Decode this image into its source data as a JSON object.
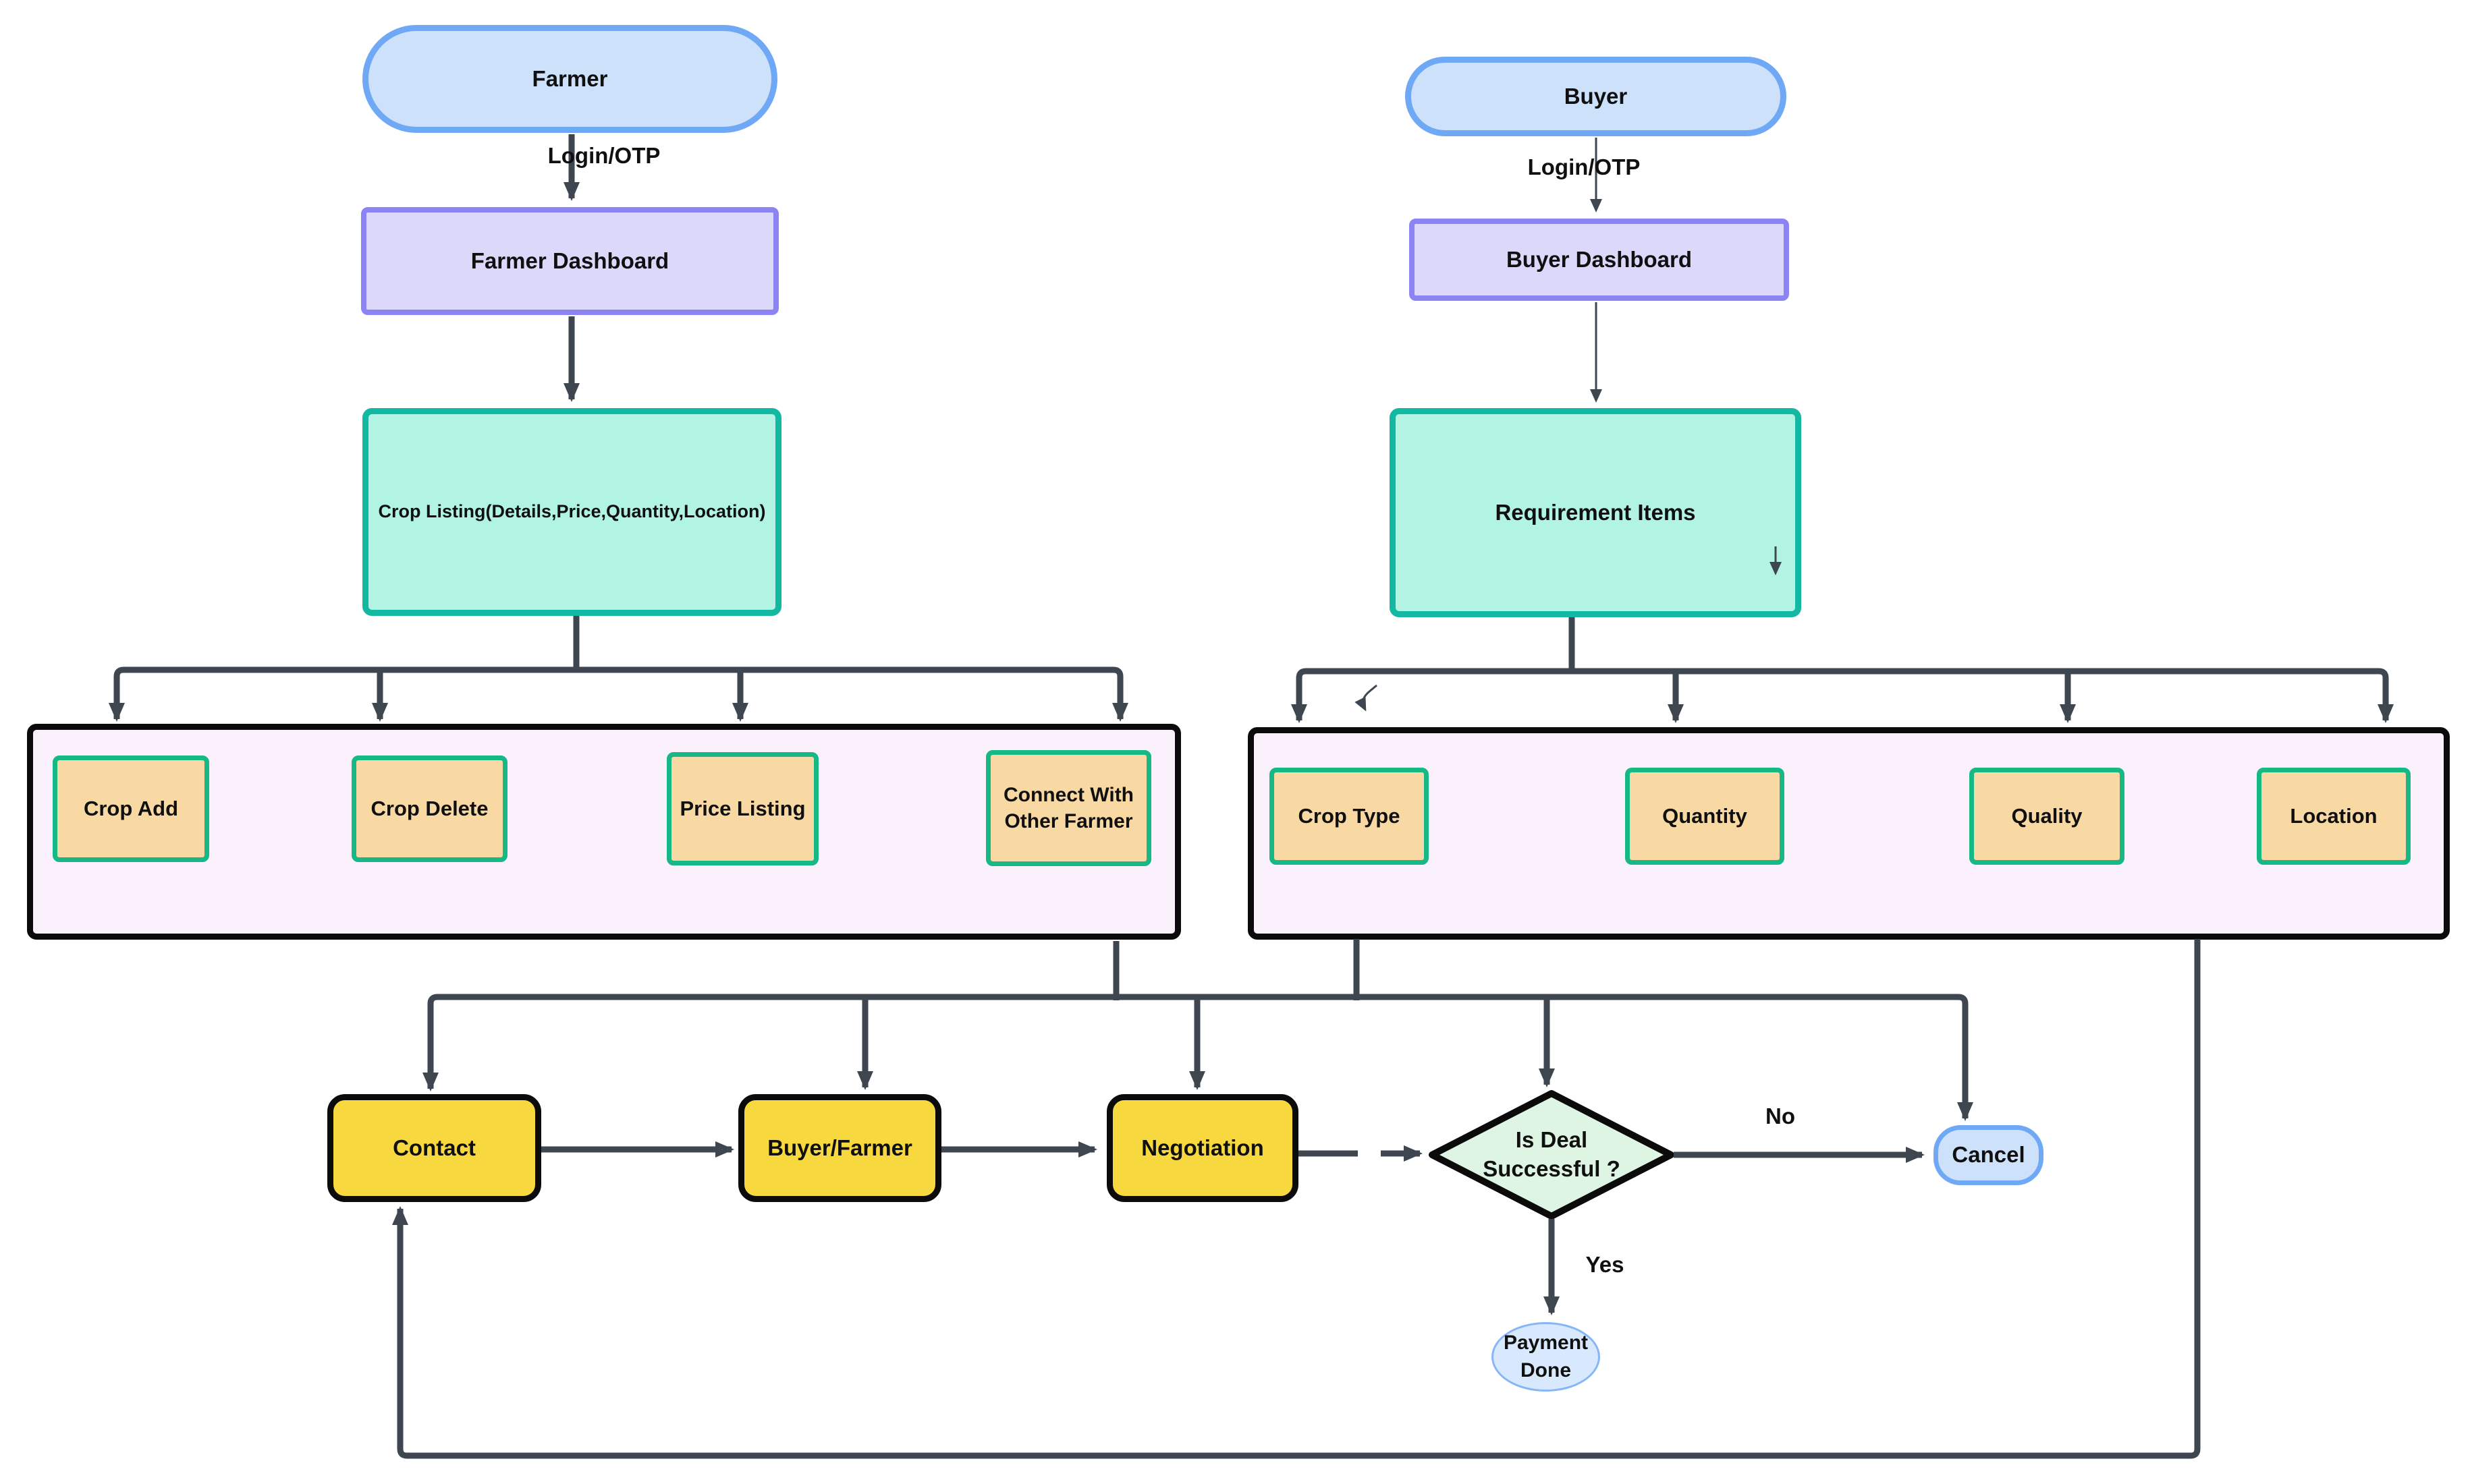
{
  "diagram": {
    "nodes": {
      "farmer": "Farmer",
      "farmer_dashboard": "Farmer Dashboard",
      "crop_listing": "Crop Listing(Details,Price,Quantity,Location)",
      "crop_add": "Crop Add",
      "crop_delete": "Crop Delete",
      "price_listing": "Price Listing",
      "connect_other_farmer": "Connect With Other Farmer",
      "buyer": "Buyer",
      "buyer_dashboard": "Buyer Dashboard",
      "requirement_items": "Requirement Items",
      "crop_type": "Crop Type",
      "quantity": "Quantity",
      "quality": "Quality",
      "location": "Location",
      "contact": "Contact",
      "buyer_farmer": "Buyer/Farmer",
      "negotiation": "Negotiation",
      "deal_decision": "Is Deal Successful ?",
      "cancel": "Cancel",
      "payment_done": "Payment Done"
    },
    "edge_labels": {
      "farmer_login": "Login/OTP",
      "buyer_login": "Login/OTP",
      "no": "No",
      "yes": "Yes"
    },
    "colors": {
      "line": "#3E4650",
      "ink": "#101010",
      "blue-fill": "#CDE1FA",
      "blue-border": "#6FA9F6",
      "lav-fill": "#DCD8F9",
      "lav-border": "#8D84F4",
      "teal-fill": "#B2F4E4",
      "teal-border": "#12B8A2",
      "pink-fill": "#FBF1FC",
      "dark-border": "#0B0B0B",
      "orange-fill": "#F9D9A3",
      "orange-border": "#16B885",
      "yellow-fill": "#F7D83F",
      "green-fill": "#DFF5E3",
      "pay-fill": "#D8E9FD",
      "pay-border": "#86B6F8"
    }
  }
}
